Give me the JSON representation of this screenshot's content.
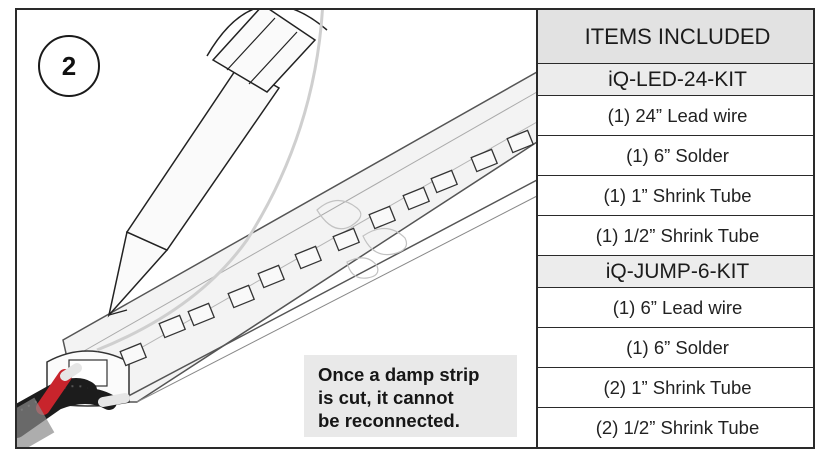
{
  "step": {
    "number": "2"
  },
  "note": {
    "lines": [
      "Once a damp strip",
      "is cut, it cannot",
      "be reconnected."
    ]
  },
  "items_included": {
    "title": "ITEMS INCLUDED",
    "kits": [
      {
        "name": "iQ-LED-24-KIT",
        "items": [
          "(1) 24” Lead wire",
          "(1) 6” Solder",
          "(1) 1” Shrink Tube",
          "(1) 1/2” Shrink Tube"
        ]
      },
      {
        "name": "iQ-JUMP-6-KIT",
        "items": [
          "(1) 6” Lead wire",
          "(1) 6” Solder",
          "(2) 1” Shrink Tube",
          "(2) 1/2” Shrink Tube"
        ]
      }
    ]
  },
  "colors": {
    "lead_wire_red": "#c8242c",
    "lead_wire_black": "#1c1c1c",
    "table_header_fill": "#e2e2e2",
    "note_fill": "#e9e9e9"
  },
  "icons": [
    "soldering-iron-illustration",
    "led-strip-illustration",
    "lead-wire-illustration"
  ]
}
